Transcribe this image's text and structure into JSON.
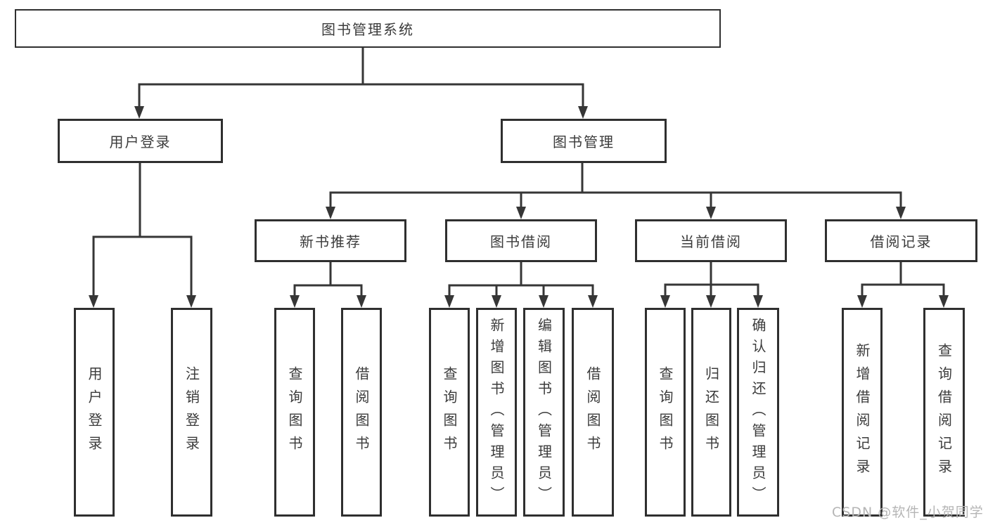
{
  "colors": {
    "line": "#363636",
    "box_border": "#2f2f2f",
    "box_fill": "#ffffff",
    "text": "#3b3b3b",
    "watermark": "#b5b5b5"
  },
  "tree": {
    "label": "图书管理系统",
    "children": [
      {
        "label": "用户登录",
        "children": [
          {
            "label": "用户登录"
          },
          {
            "label": "注销登录"
          }
        ]
      },
      {
        "label": "图书管理",
        "children": [
          {
            "label": "新书推荐",
            "children": [
              {
                "label": "查询图书"
              },
              {
                "label": "借阅图书"
              }
            ]
          },
          {
            "label": "图书借阅",
            "children": [
              {
                "label": "查询图书"
              },
              {
                "label": "新增图书（管理员）"
              },
              {
                "label": "编辑图书（管理员）"
              },
              {
                "label": "借阅图书"
              }
            ]
          },
          {
            "label": "当前借阅",
            "children": [
              {
                "label": "查询图书"
              },
              {
                "label": "归还图书"
              },
              {
                "label": "确认归还（管理员）"
              }
            ]
          },
          {
            "label": "借阅记录",
            "children": [
              {
                "label": "新增借阅记录"
              },
              {
                "label": "查询借阅记录"
              }
            ]
          }
        ]
      }
    ]
  },
  "watermark": {
    "text": "CSDN @软件_小贺同学"
  }
}
